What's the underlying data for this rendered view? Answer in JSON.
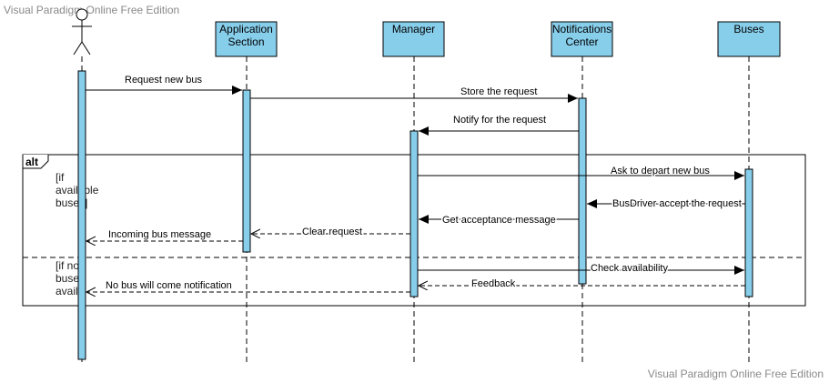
{
  "watermark": {
    "top": "Visual Paradigm Online Free Edition",
    "bottom": "Visual Paradigm Online Free Edition"
  },
  "colors": {
    "header_fill": "#87CEEB",
    "activation_fill": "#87CEEB",
    "stroke": "#000000",
    "watermark": "#8a8a8a"
  },
  "lifelines": [
    {
      "id": "actor",
      "kind": "actor",
      "label": ""
    },
    {
      "id": "app",
      "kind": "object",
      "label": "Application\nSection"
    },
    {
      "id": "manager",
      "kind": "object",
      "label": "Manager"
    },
    {
      "id": "notif",
      "kind": "object",
      "label": "Notifications\nCenter"
    },
    {
      "id": "buses",
      "kind": "object",
      "label": "Buses"
    }
  ],
  "messages": [
    {
      "label": "Request new bus",
      "from": "actor",
      "to": "app",
      "style": "sync"
    },
    {
      "label": "Store the request",
      "from": "app",
      "to": "notif",
      "style": "sync"
    },
    {
      "label": "Notify for the request",
      "from": "notif",
      "to": "manager",
      "style": "sync"
    },
    {
      "label": "Ask to depart new bus",
      "from": "manager",
      "to": "buses",
      "style": "sync"
    },
    {
      "label": "BusDriver accept the request",
      "from": "buses",
      "to": "notif",
      "style": "sync"
    },
    {
      "label": "Get acceptance message",
      "from": "notif",
      "to": "manager",
      "style": "sync"
    },
    {
      "label": "Clear request",
      "from": "manager",
      "to": "app",
      "style": "return"
    },
    {
      "label": "Incoming bus message",
      "from": "app",
      "to": "actor",
      "style": "return"
    },
    {
      "label": "Check availability",
      "from": "manager",
      "to": "buses",
      "style": "sync"
    },
    {
      "label": "Feedback",
      "from": "buses",
      "to": "manager",
      "style": "return"
    },
    {
      "label": "No bus will come notification",
      "from": "manager",
      "to": "actor",
      "style": "return"
    }
  ],
  "fragment": {
    "operator": "alt",
    "guards": [
      "[if\navailable\nbuses]",
      "[if no\nbuses\navail]"
    ]
  }
}
